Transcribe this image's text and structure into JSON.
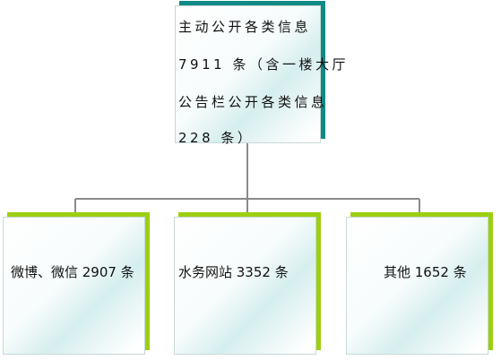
{
  "colors": {
    "root_accent": "#0f8a86",
    "child_accent": "#9ccf12",
    "connector": "#8a8a8a",
    "box_fill_light": "#ffffff",
    "box_fill_tint": "#d6eeee"
  },
  "root": {
    "lines": [
      "主动公开各类信息",
      "7911 条（含一楼大厅",
      "公告栏公开各类信息",
      "228 条）"
    ]
  },
  "children": [
    {
      "label": "微博、微信 2907 条"
    },
    {
      "label": "水务网站 3352 条"
    },
    {
      "label": "其他 1652 条"
    }
  ]
}
